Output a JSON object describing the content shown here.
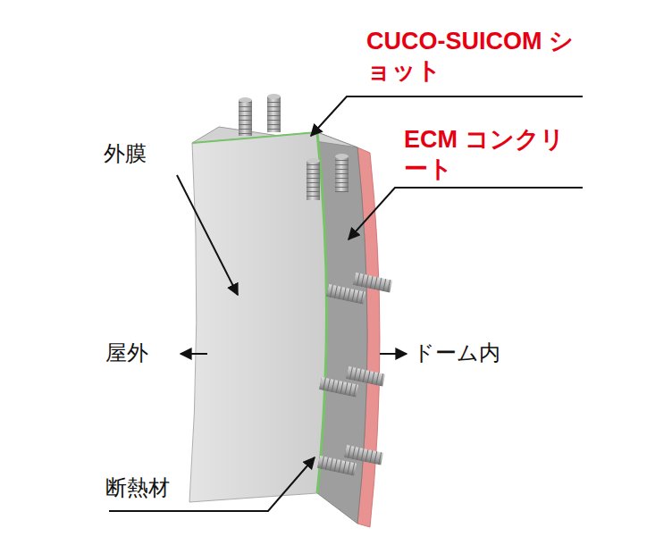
{
  "diagram": {
    "labels": [
      "CUCO-SUICOM ショット",
      "ECM コンクリート",
      "外膜",
      "屋外",
      "ドーム内",
      "断熱材"
    ]
  }
}
